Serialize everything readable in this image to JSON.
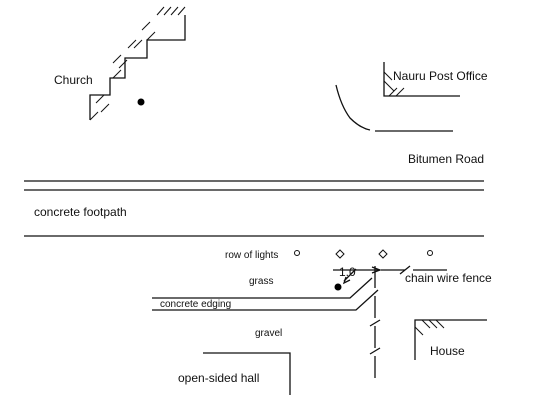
{
  "labels": {
    "church": "Church",
    "post_office": "Nauru Post Office",
    "road": "Bitumen Road",
    "footpath": "concrete footpath",
    "lights": "row of lights",
    "grass": "grass",
    "distance": "1.0",
    "fence": "chain wire fence",
    "edging": "concrete edging",
    "gravel": "gravel",
    "house": "House",
    "hall": "open-sided hall"
  }
}
